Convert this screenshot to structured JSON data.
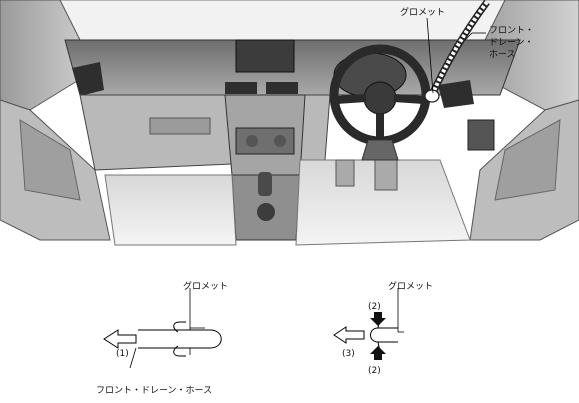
{
  "callouts": {
    "top_grommet": "グロメット",
    "top_hose_line1": "フロント・",
    "top_hose_line2": "ドレーン・",
    "top_hose_line3": "ホース"
  },
  "detail_a": {
    "grommet": "グロメット",
    "step": "(1)",
    "hose": "フロント・ドレーン・ホース"
  },
  "detail_b": {
    "grommet": "グロメット",
    "step_top": "(2)",
    "step_bottom": "(2)",
    "step_left": "(3)"
  }
}
